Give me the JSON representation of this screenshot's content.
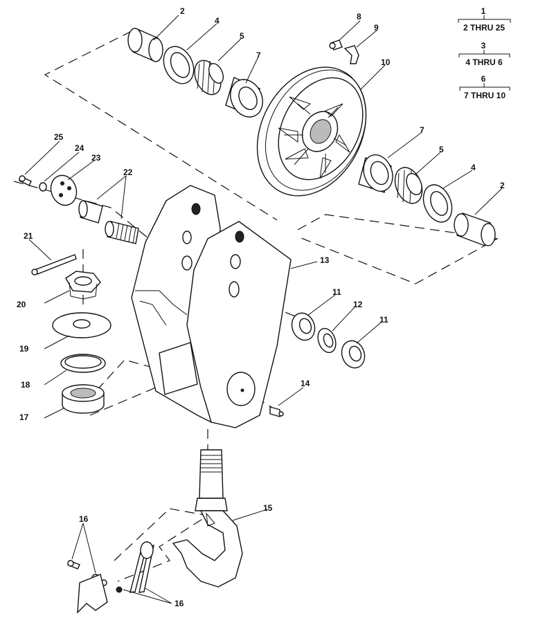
{
  "legend": [
    {
      "item": "1",
      "range": "2 THRU 25"
    },
    {
      "item": "3",
      "range": "4 THRU  6"
    },
    {
      "item": "6",
      "range": "7 THRU 10"
    }
  ],
  "callouts": [
    "2",
    "4",
    "5",
    "7",
    "8",
    "9",
    "10",
    "7",
    "5",
    "4",
    "2",
    "25",
    "24",
    "23",
    "22",
    "21",
    "20",
    "19",
    "18",
    "17",
    "13",
    "11",
    "12",
    "11",
    "14",
    "15",
    "16",
    "16"
  ]
}
